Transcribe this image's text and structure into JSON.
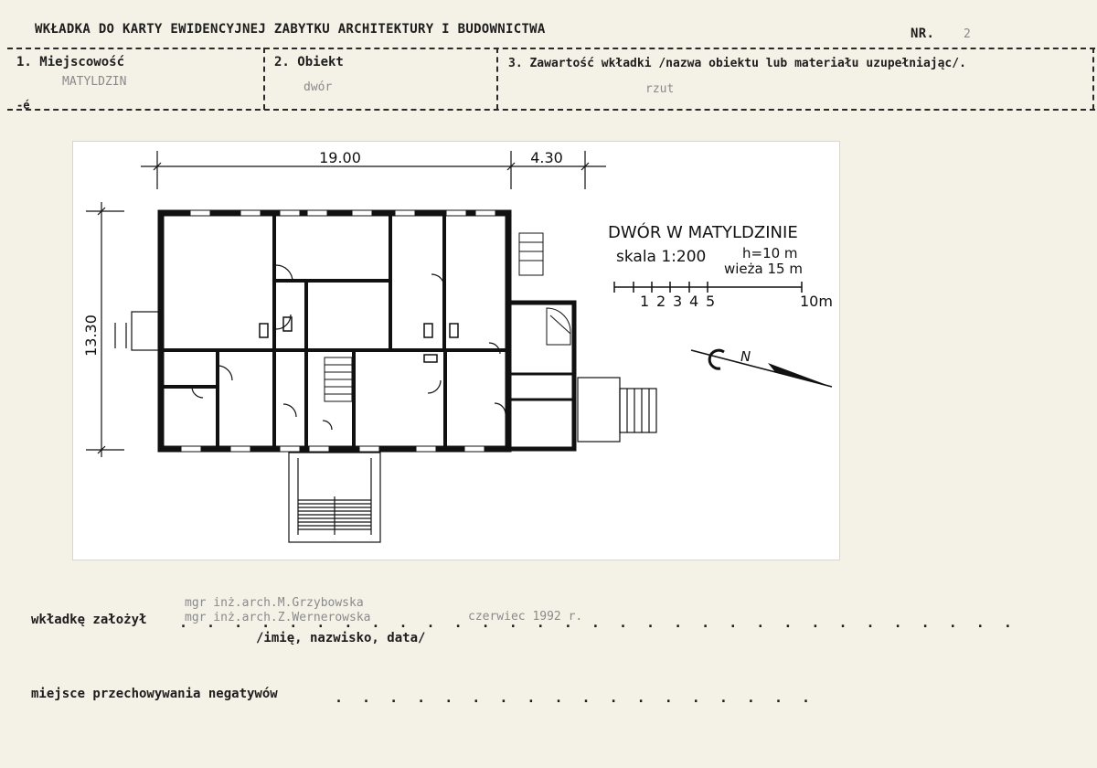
{
  "header": {
    "title": "WKŁADKA DO KARTY EWIDENCYJNEJ ZABYTKU ARCHITEKTURY I BUDOWNICTWA",
    "nr_label": "NR.",
    "nr_value": "2"
  },
  "fields": {
    "miejscowosc": {
      "label": "1. Miejscowość",
      "value": "MATYLDZIN"
    },
    "obiekt": {
      "label": "2. Obiekt",
      "value": "dwór"
    },
    "zawartosc": {
      "label": "3. Zawartość wkładki /nazwa obiektu lub materiału uzupełniając/.",
      "value": "rzut"
    },
    "stray_mark": "-é"
  },
  "plan": {
    "title": "DWÓR W MATYLDZINIE",
    "scale": "skala 1:200",
    "height": "h=10 m",
    "tower": "wieża 15 m",
    "dim_width_main": "19.00",
    "dim_width_annex": "4.30",
    "dim_depth": "13.30",
    "scale_ticks": [
      "1",
      "2",
      "3",
      "4",
      "5"
    ],
    "scale_end": "10m",
    "north": "N"
  },
  "footer": {
    "founder_label": "wkładkę założył",
    "founder_line1": "mgr inż.arch.M.Grzybowska",
    "founder_line2": "mgr inż.arch.Z.Wernerowska",
    "founder_date": "czerwiec 1992 r.",
    "founder_hint": "/imię, nazwisko, data/",
    "storage_label": "miejsce przechowywania negatywów"
  }
}
